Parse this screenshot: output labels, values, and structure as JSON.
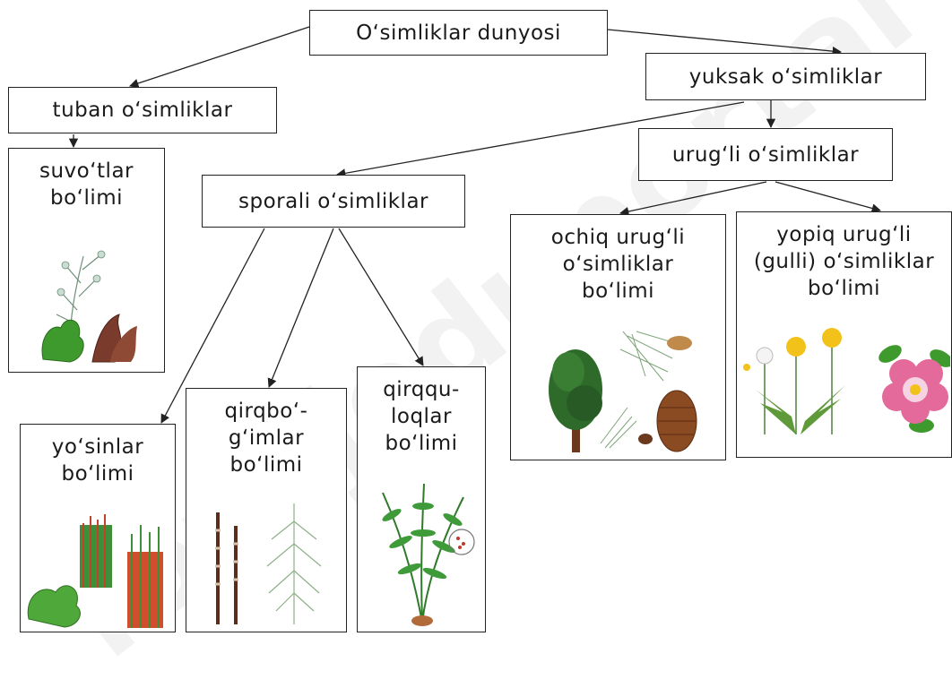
{
  "watermark": "foziljeduportal",
  "nodes": {
    "root": "Oʻsimliklar dunyosi",
    "tuban": "tuban oʻsimliklar",
    "yuksak": "yuksak oʻsimliklar",
    "urugli": "urugʻli oʻsimliklar",
    "sporali": "sporali oʻsimliklar"
  },
  "cards": {
    "suvotlar": [
      "suvoʻtlar",
      "boʻlimi"
    ],
    "yosinlar": [
      "yoʻsinlar",
      "boʻlimi"
    ],
    "qirqbogimlar": [
      "qirqboʻ-",
      "gʻimlar",
      "boʻlimi"
    ],
    "qirqquloqlar": [
      "qirqqu-",
      "loqlar",
      "boʻlimi"
    ],
    "ochiq": [
      "ochiq urugʻli",
      "oʻsimliklar",
      "boʻlimi"
    ],
    "yopiq": [
      "yopiq urugʻli",
      "(gulli) oʻsimliklar",
      "boʻlimi"
    ]
  }
}
